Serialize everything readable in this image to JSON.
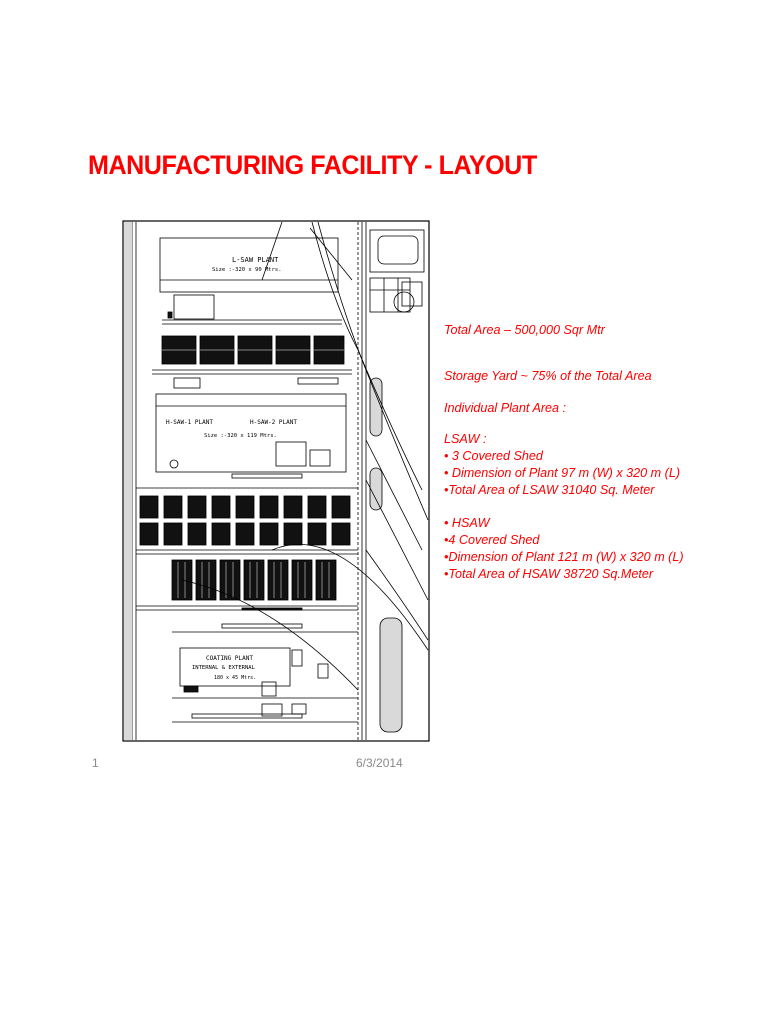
{
  "title": "MANUFACTURING FACILITY - LAYOUT",
  "plan_labels": {
    "lsaw_plant": "L-SAW PLANT",
    "lsaw_size": "Size :-320 x 90 Mtrs.",
    "hsaw_plant_1": "H-SAW-1 PLANT",
    "hsaw_plant_2": "H-SAW-2 PLANT",
    "hsaw_size": "Size :-320 x 119 Mtrs.",
    "coating_plant": "COATING PLANT",
    "coating_sub": "INTERNAL & EXTERNAL",
    "coating_size": "180 x 45 Mtrs."
  },
  "info": {
    "total_area": "Total Area – 500,000 Sqr Mtr",
    "storage_yard": "Storage Yard ~ 75% of the Total Area",
    "individual_area": "Individual Plant Area :",
    "lsaw_heading": "LSAW :",
    "lsaw_items": [
      "• 3 Covered Shed",
      "• Dimension of Plant 97 m (W) x 320 m (L)",
      "•Total Area of LSAW 31040 Sq. Meter"
    ],
    "hsaw_items": [
      "• HSAW",
      "•4 Covered Shed",
      "•Dimension of Plant 121 m (W) x 320 m (L)",
      "•Total Area of HSAW 38720 Sq.Meter"
    ]
  },
  "footer": {
    "slide_number": "1",
    "date": "6/3/2014"
  }
}
